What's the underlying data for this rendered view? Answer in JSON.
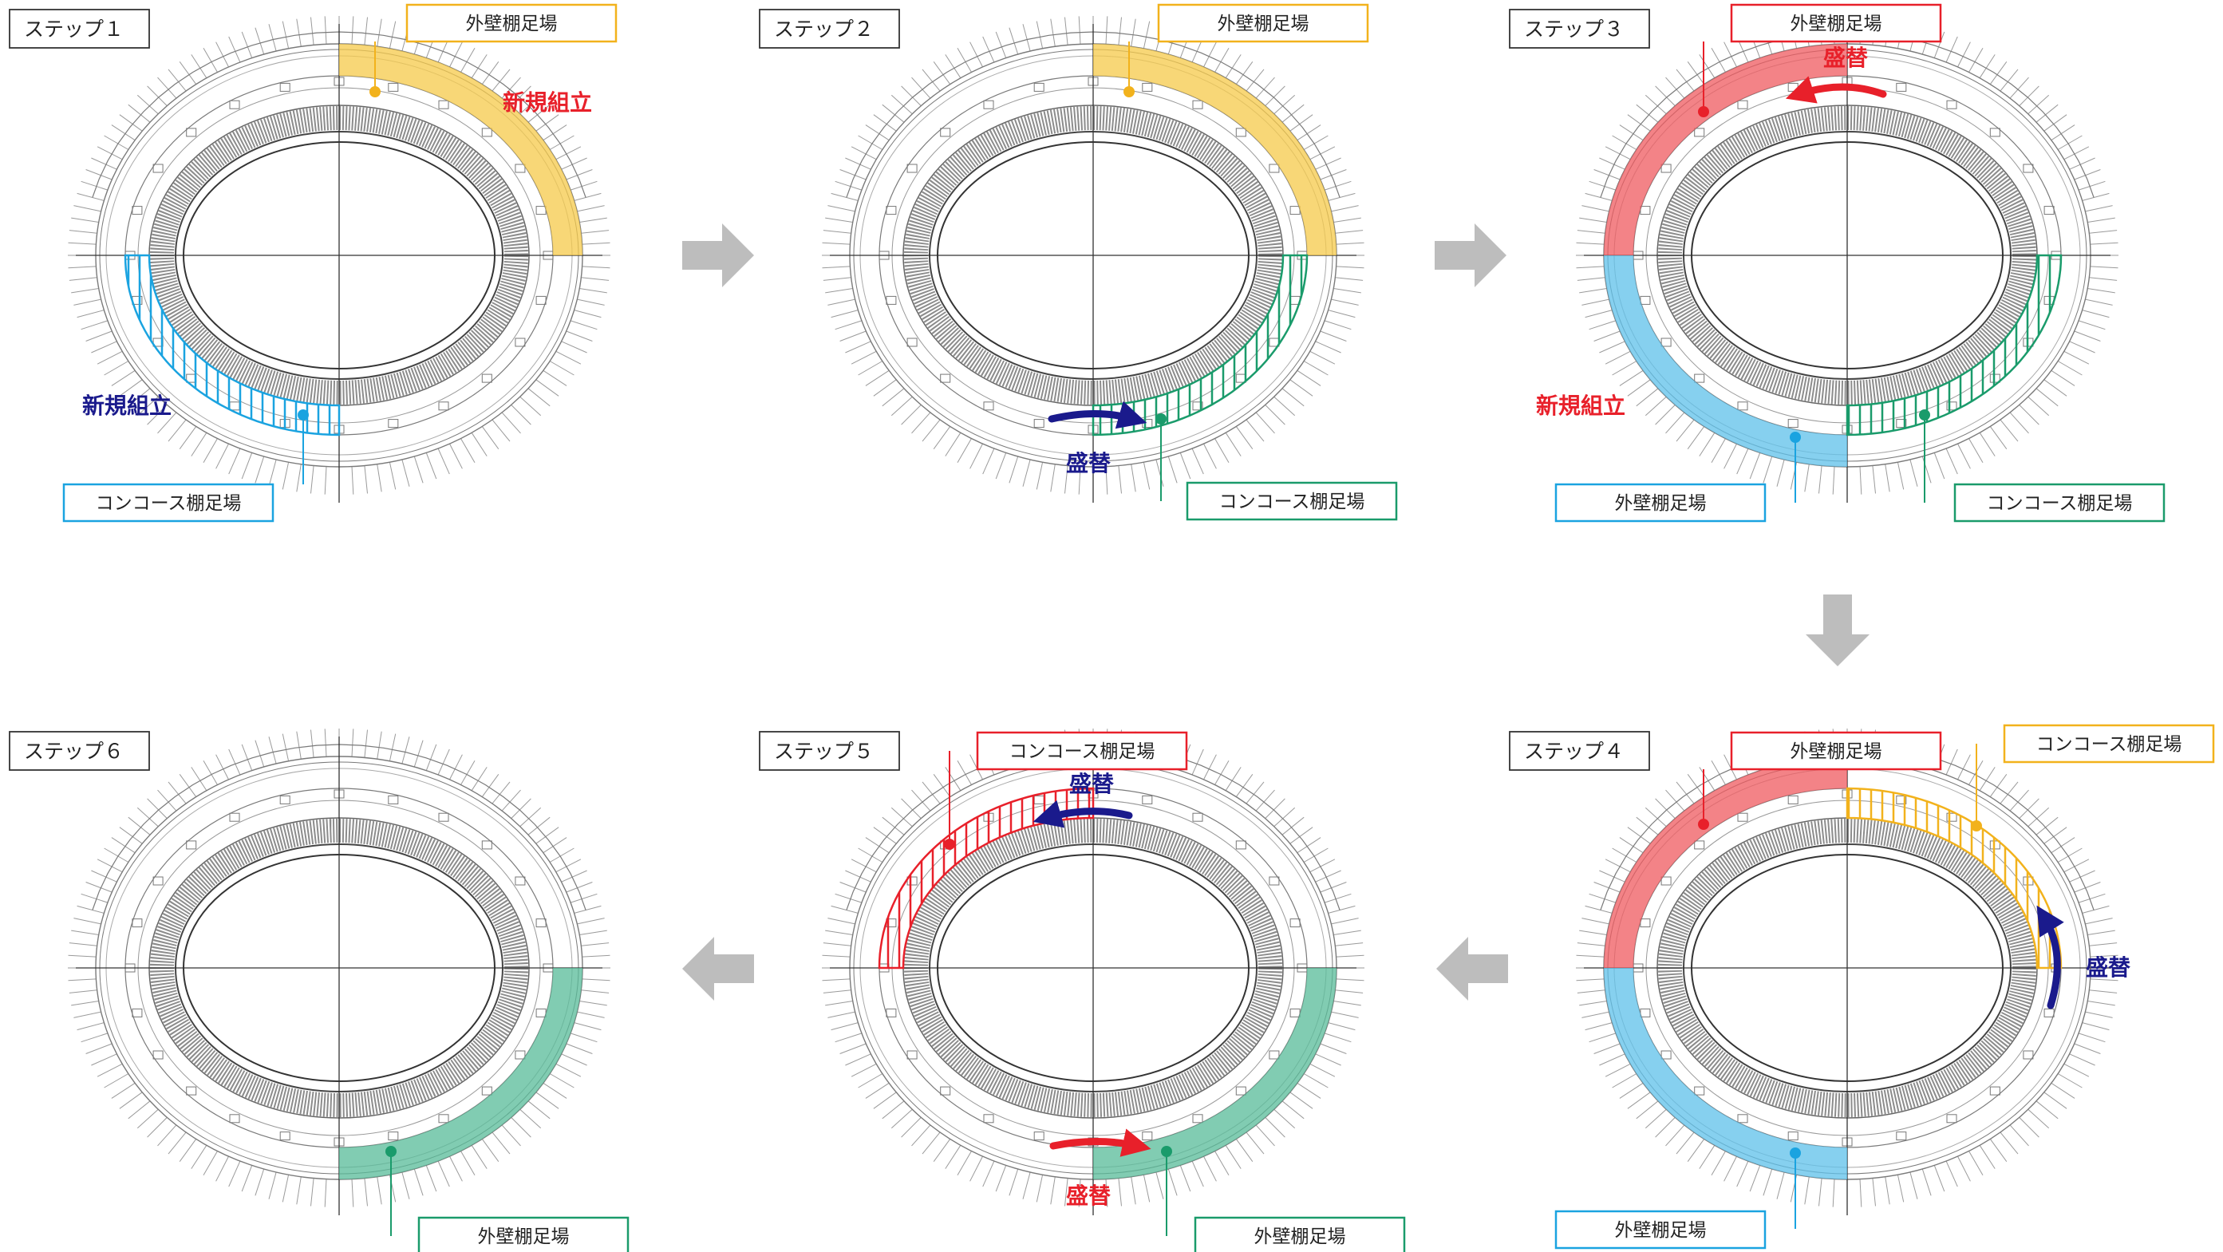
{
  "colors": {
    "yellow": "#f2b21c",
    "yellow_fill": "#f6c94a",
    "red": "#e8202a",
    "red_fill": "#ef5a5f",
    "blue": "#1aa3e0",
    "blue_fill": "#5ec0ea",
    "green": "#1a9b6b",
    "green_fill": "#57bb98",
    "navy": "#1a1a8c",
    "arrow_gray": "#bdbdbd",
    "drawing_line": "#7a7a7a"
  },
  "panels": [
    {
      "step_label": "ステップ１",
      "callouts": [
        {
          "text": "外壁棚足場",
          "color": "yellow"
        },
        {
          "text": "コンコース棚足場",
          "color": "blue"
        }
      ],
      "notes": [
        {
          "text": "新規組立",
          "color": "red"
        },
        {
          "text": "新規組立",
          "color": "navy"
        }
      ]
    },
    {
      "step_label": "ステップ２",
      "callouts": [
        {
          "text": "外壁棚足場",
          "color": "yellow"
        },
        {
          "text": "コンコース棚足場",
          "color": "green"
        }
      ],
      "notes": [
        {
          "text": "盛替",
          "color": "navy"
        }
      ]
    },
    {
      "step_label": "ステップ３",
      "callouts": [
        {
          "text": "外壁棚足場",
          "color": "red"
        },
        {
          "text": "外壁棚足場",
          "color": "blue"
        },
        {
          "text": "コンコース棚足場",
          "color": "green"
        }
      ],
      "notes": [
        {
          "text": "盛替",
          "color": "red"
        },
        {
          "text": "新規組立",
          "color": "red"
        }
      ]
    },
    {
      "step_label": "ステップ４",
      "callouts": [
        {
          "text": "外壁棚足場",
          "color": "red"
        },
        {
          "text": "コンコース棚足場",
          "color": "yellow"
        },
        {
          "text": "外壁棚足場",
          "color": "blue"
        }
      ],
      "notes": [
        {
          "text": "盛替",
          "color": "navy"
        }
      ]
    },
    {
      "step_label": "ステップ５",
      "callouts": [
        {
          "text": "コンコース棚足場",
          "color": "red"
        },
        {
          "text": "外壁棚足場",
          "color": "green"
        }
      ],
      "notes": [
        {
          "text": "盛替",
          "color": "navy"
        },
        {
          "text": "盛替",
          "color": "red"
        }
      ]
    },
    {
      "step_label": "ステップ６",
      "callouts": [
        {
          "text": "外壁棚足場",
          "color": "green"
        }
      ],
      "notes": []
    }
  ]
}
